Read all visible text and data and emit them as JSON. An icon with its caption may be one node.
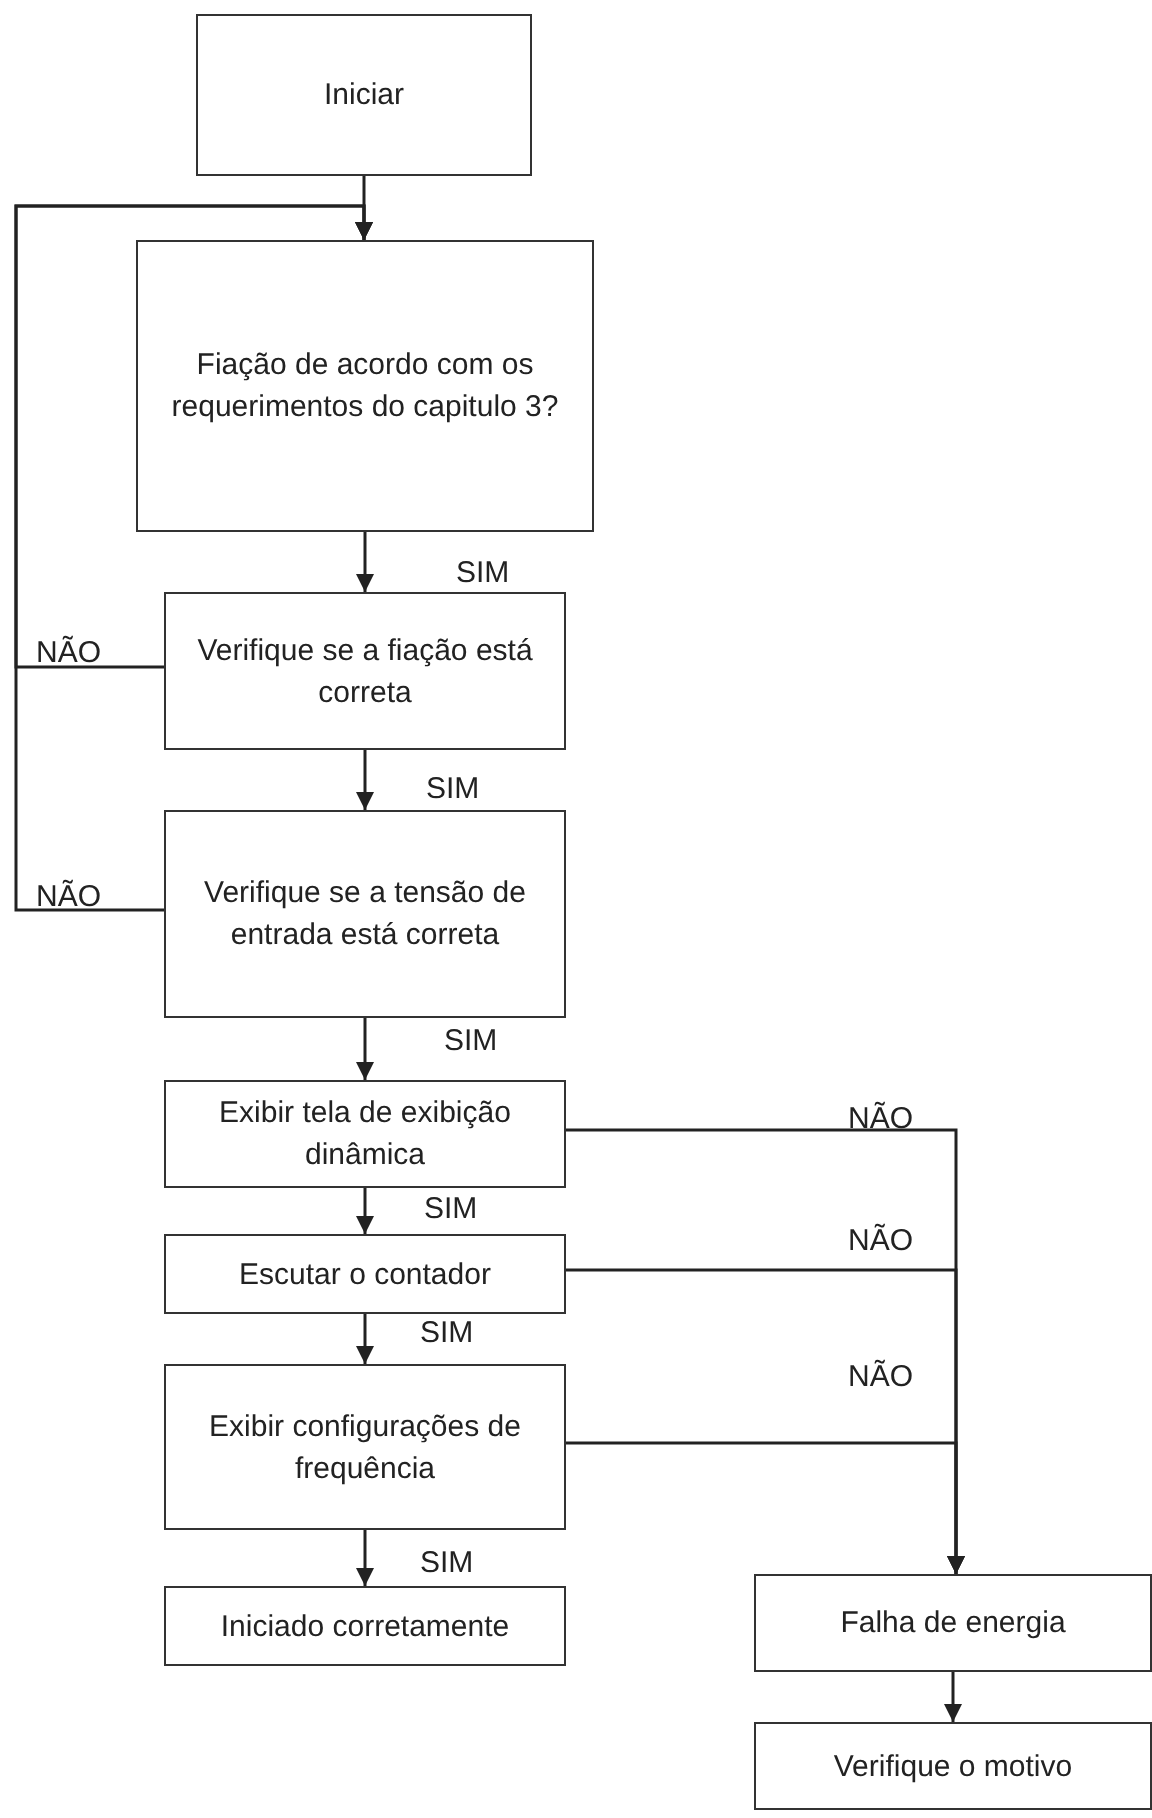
{
  "diagram": {
    "nodes": [
      {
        "text": [
          "Iniciar"
        ]
      },
      {
        "text": [
          "Fiação de acordo com os requerimentos do capitulo 3?"
        ]
      },
      {
        "text": [
          "Verifique se a fiação está correta"
        ]
      },
      {
        "text": [
          "Verifique se a tensão de entrada está correta"
        ]
      },
      {
        "text": [
          "Exibir tela de exibição dinâmica"
        ]
      },
      {
        "text": [
          "Escutar o contador"
        ]
      },
      {
        "text": [
          "Exibir configurações de frequência"
        ]
      },
      {
        "text": [
          "Iniciado corretamente"
        ]
      },
      {
        "text": [
          "Falha de energia"
        ]
      },
      {
        "text": [
          "Verifique o motivo"
        ]
      }
    ],
    "edges": [
      {
        "from": 0,
        "to": 1,
        "arrow": "to"
      },
      {
        "from": 1,
        "to": 2,
        "arrow": "to",
        "label": "SIM"
      },
      {
        "from": 2,
        "to": 1,
        "arrow": "to",
        "label": "NÃO"
      },
      {
        "from": 2,
        "to": 3,
        "arrow": "to",
        "label": "SIM"
      },
      {
        "from": 3,
        "to": 1,
        "arrow": "to",
        "label": "NÃO"
      },
      {
        "from": 3,
        "to": 4,
        "arrow": "to",
        "label": "SIM"
      },
      {
        "from": 4,
        "to": 8,
        "arrow": "to",
        "label": "NÃO"
      },
      {
        "from": 4,
        "to": 5,
        "arrow": "to",
        "label": "SIM"
      },
      {
        "from": 5,
        "to": 8,
        "arrow": "to",
        "label": "NÃO"
      },
      {
        "from": 5,
        "to": 6,
        "arrow": "to",
        "label": "SIM"
      },
      {
        "from": 6,
        "to": 8,
        "arrow": "to",
        "label": "NÃO"
      },
      {
        "from": 6,
        "to": 7,
        "arrow": "to",
        "label": "SIM"
      },
      {
        "from": 8,
        "to": 9,
        "arrow": "to"
      }
    ]
  }
}
